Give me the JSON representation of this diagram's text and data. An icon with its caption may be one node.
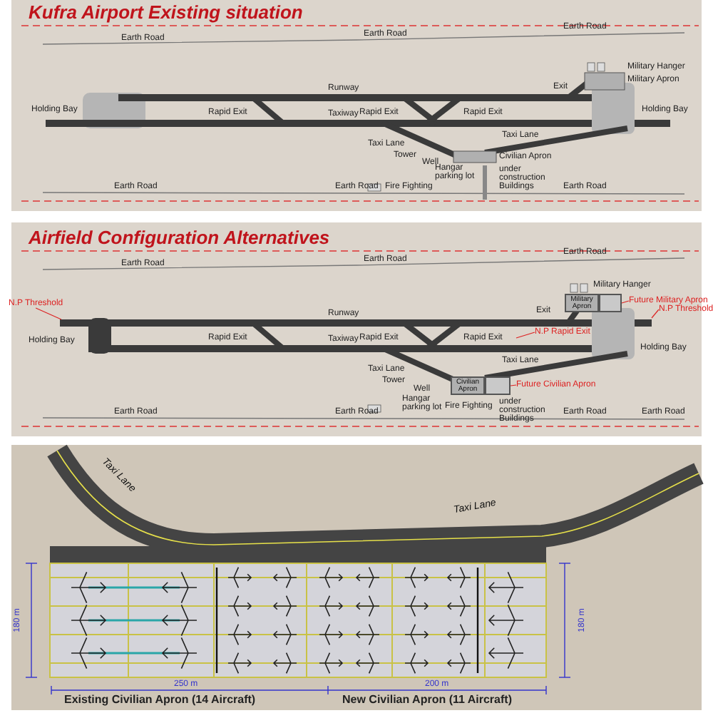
{
  "diagram": {
    "nodes": [
      {
        "text": [
          "Military Apron"
        ]
      },
      {
        "text": [],
        "shape": "box"
      },
      {
        "text": [
          "Future Military Apron"
        ]
      },
      {
        "text": [
          "Civilian Apron"
        ]
      },
      {
        "text": [],
        "shape": "box"
      },
      {
        "text": [
          "Future Civilian Apron"
        ]
      },
      {
        "text": [
          "N.P Threshold"
        ]
      },
      {
        "text": [
          "N.P Threshold"
        ]
      },
      {
        "text": [
          "N.P Rapid Exit"
        ]
      }
    ],
    "edges": [
      {
        "from": 2,
        "to": 1,
        "arrow": "none"
      },
      {
        "from": 5,
        "to": 4,
        "arrow": "none"
      },
      {
        "from": 6,
        "to": null,
        "arrow": "none"
      },
      {
        "from": 7,
        "to": null,
        "arrow": "none"
      },
      {
        "from": 8,
        "to": null,
        "arrow": "none"
      }
    ],
    "labels": [
      "Kufra Airport Existing situation",
      "Earth Road",
      "Earth Road",
      "Earth Road",
      "Military Hanger",
      "Military Apron",
      "Exit",
      "Runway",
      "Holding Bay",
      "Rapid Exit",
      "Rapid Exit",
      "Rapid Exit",
      "Holding Bay",
      "Taxiway",
      "Taxi Lane",
      "Taxi Lane",
      "Tower",
      "Civilian Apron",
      "Well",
      "Hangar parking lot",
      "under construction Buildings",
      "Earth Road",
      "Earth Road",
      "Fire Fighting",
      "Earth Road",
      "Airfield Configuration Alternatives",
      "Earth Road",
      "Earth Road",
      "Earth Road",
      "Military Hanger",
      "Exit",
      "Runway",
      "Holding Bay",
      "Rapid Exit",
      "Rapid Exit",
      "Rapid Exit",
      "Holding Bay",
      "Taxiway",
      "Taxi Lane",
      "Taxi Lane",
      "Tower",
      "Well",
      "Hangar parking lot",
      "under construction Buildings",
      "Earth Road",
      "Earth Road",
      "Fire Fighting",
      "Earth Road",
      "Earth Road",
      "Taxi Lane",
      "Taxi Lane",
      "180 m",
      "180 m",
      "250 m",
      "200 m",
      "Existing Civilian Apron (14 Aircraft)",
      "New Civilian Apron (11 Aircraft)"
    ]
  }
}
